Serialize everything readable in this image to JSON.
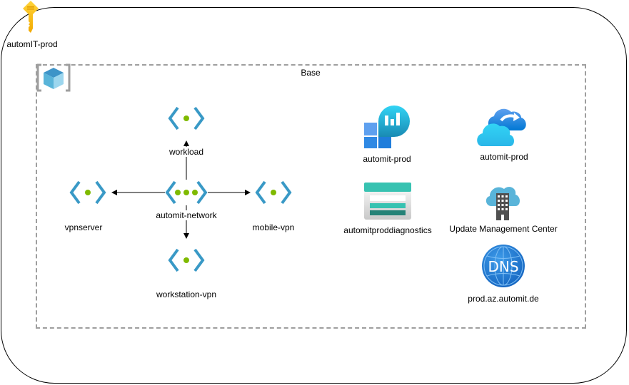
{
  "diagram": {
    "subscription": {
      "label": "automIT-prod",
      "icon": "key-icon",
      "color": "#f5b700"
    },
    "group": {
      "label": "Base",
      "icon": "resource-group-icon",
      "border_color": "#9e9e9e"
    },
    "network": {
      "hub": {
        "label": "automit-network",
        "icon": "virtual-network-icon"
      },
      "subnets": [
        {
          "label": "workload",
          "icon": "subnet-icon",
          "direction": "up"
        },
        {
          "label": "vpnserver",
          "icon": "subnet-icon",
          "direction": "left"
        },
        {
          "label": "mobile-vpn",
          "icon": "subnet-icon",
          "direction": "right"
        },
        {
          "label": "workstation-vpn",
          "icon": "subnet-icon",
          "direction": "down"
        }
      ],
      "colors": {
        "bracket": "#3999c6",
        "dot": "#7fba00"
      }
    },
    "resources": [
      {
        "label": "automit-prod",
        "icon": "log-analytics-workspace-icon"
      },
      {
        "label": "automit-prod",
        "icon": "automation-account-icon"
      },
      {
        "label": "automitproddiagnostics",
        "icon": "storage-account-icon"
      },
      {
        "label": "Update Management Center",
        "icon": "update-management-center-icon"
      },
      {
        "label": "prod.az.automit.de",
        "icon": "dns-zone-icon",
        "icon_text": "DNS"
      }
    ]
  }
}
